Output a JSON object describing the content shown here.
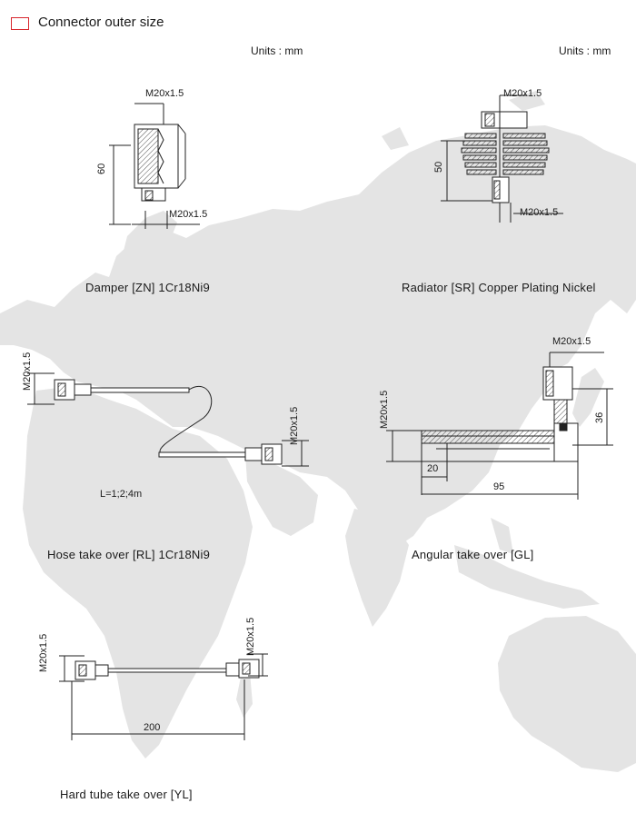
{
  "header": {
    "title": "Connector outer size"
  },
  "units": {
    "left": "Units : mm",
    "right": "Units : mm"
  },
  "captions": {
    "damper": "Damper  [ZN]       1Cr18Ni9",
    "radiator": "Radiator    [SR]   Copper Plating Nickel",
    "hose": "Hose take over  [RL]       1Cr18Ni9",
    "angular": "Angular take over [GL]",
    "hard_tube": "Hard tube take over  [YL]"
  },
  "damper": {
    "thread_top": "M20x1.5",
    "height": "60",
    "thread_bottom": "M20x1.5"
  },
  "radiator": {
    "thread_top": "M20x1.5",
    "height": "50",
    "thread_bottom": "M20x1.5"
  },
  "hose": {
    "thread_left": "M20x1.5",
    "thread_right": "M20x1.5",
    "length": "L=1;2;4m"
  },
  "angular": {
    "thread_top": "M20x1.5",
    "thread_left": "M20x1.5",
    "height": "36",
    "offset": "20",
    "length": "95"
  },
  "hard_tube": {
    "thread_left": "M20x1.5",
    "thread_right": "M20x1.5",
    "length": "200"
  }
}
